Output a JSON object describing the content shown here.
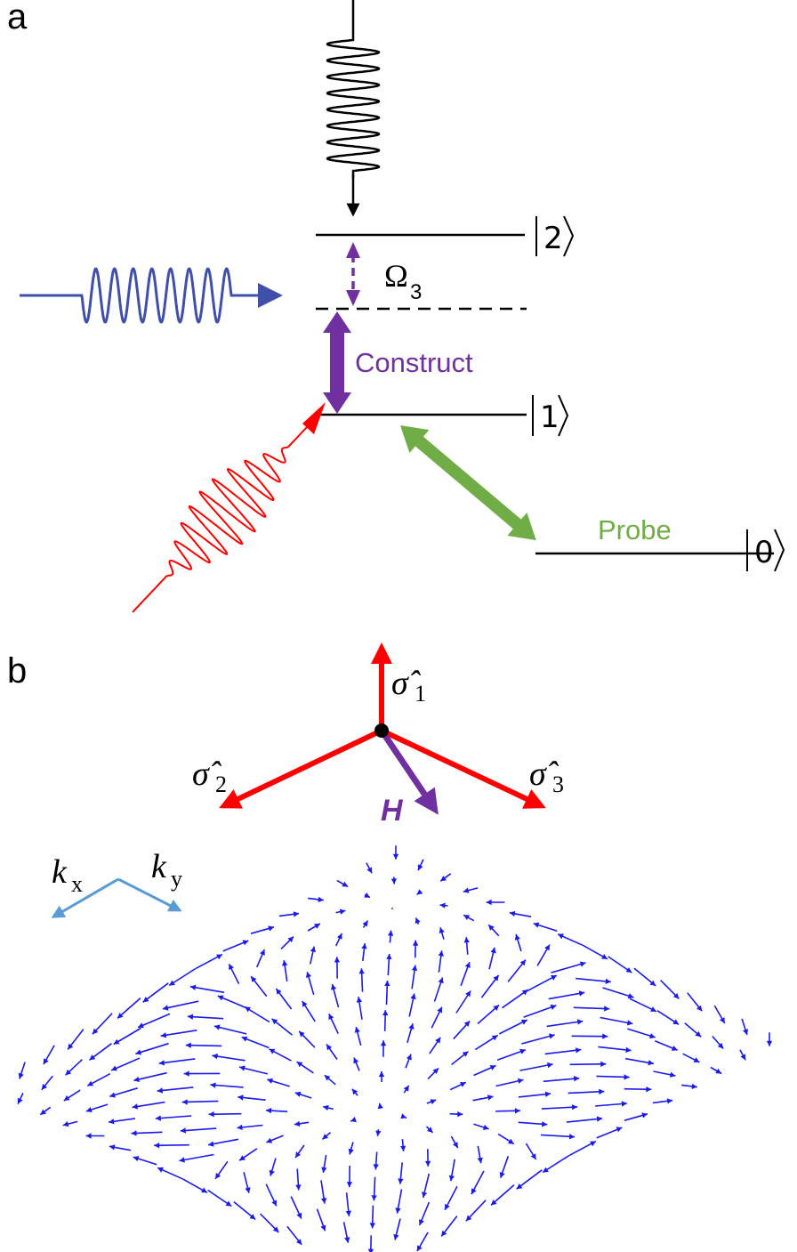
{
  "panel_a": {
    "label": "a",
    "levels": {
      "ket2": "2",
      "ket1": "1",
      "ket0": "0"
    },
    "omega": {
      "symbol": "Ω",
      "subscript": "3"
    },
    "construct_label": "Construct",
    "probe_label": "Probe"
  },
  "panel_b": {
    "label": "b",
    "axes": {
      "sigma1": {
        "symbol": "σ̂",
        "subscript": "1"
      },
      "sigma2": {
        "symbol": "σ̂",
        "subscript": "2"
      },
      "sigma3": {
        "symbol": "σ̂",
        "subscript": "3"
      },
      "h": "H"
    },
    "momentum": {
      "kx": {
        "symbol": "k",
        "subscript": "x"
      },
      "ky": {
        "symbol": "k",
        "subscript": "y"
      }
    }
  },
  "colors": {
    "black": "#000000",
    "blue_wave": "#3f4faa",
    "red": "#ff0000",
    "purple": "#7030a0",
    "green": "#70ad47",
    "light_blue": "#5b9bd5",
    "vector_blue": "#1a1aee"
  }
}
